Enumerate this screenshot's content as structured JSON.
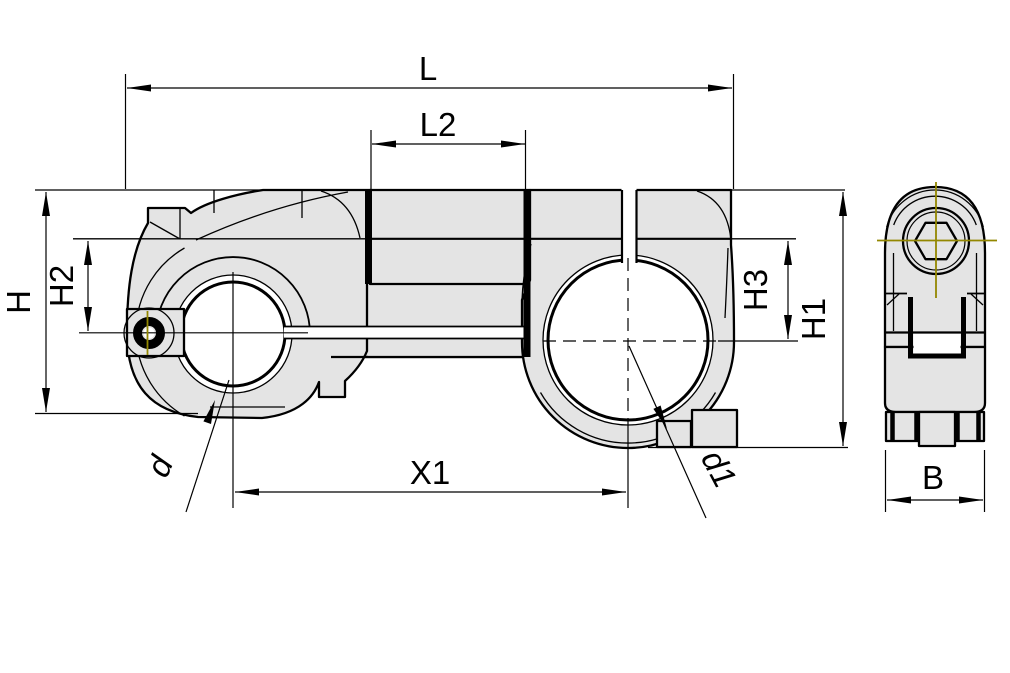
{
  "drawing": {
    "description": "2D CAD dimension drawing of a swivel tube clamp connector, front view and side view",
    "colors": {
      "background": "#ffffff",
      "part_fill": "#e4e4e4",
      "outline": "#000000",
      "centerline_accent": "#938700"
    },
    "dimensions": {
      "L": "L",
      "L2": "L2",
      "H": "H",
      "H2": "H2",
      "H3": "H3",
      "H1": "H1",
      "X1": "X1",
      "B": "B",
      "d": "d",
      "d1": "d1"
    }
  }
}
